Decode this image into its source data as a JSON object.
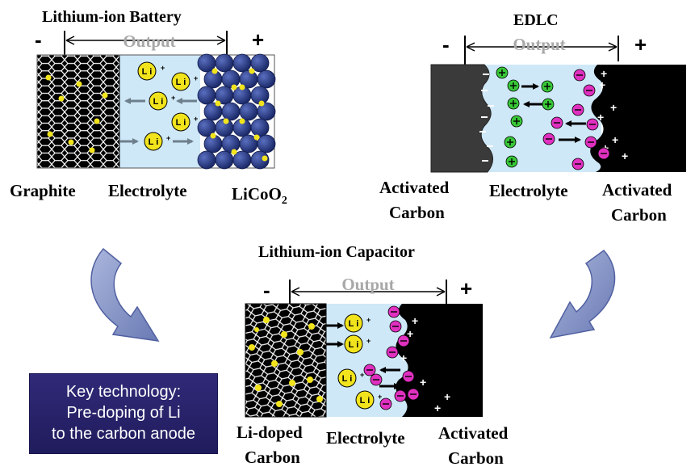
{
  "battery": {
    "title": "Lithium-ion Battery",
    "minus": "-",
    "plus": "+",
    "output": "Output",
    "label_left": "Graphite",
    "label_mid": "Electrolyte",
    "label_right_main": "LiCoO",
    "label_right_sub": "2",
    "ion_text": "Li"
  },
  "edlc": {
    "title": "EDLC",
    "minus": "-",
    "plus": "+",
    "output": "Output",
    "label_left_1": "Activated",
    "label_left_2": "Carbon",
    "label_mid": "Electrolyte",
    "label_right_1": "Activated",
    "label_right_2": "Carbon"
  },
  "lic": {
    "title": "Lithium-ion Capacitor",
    "minus": "-",
    "plus": "+",
    "output": "Output",
    "label_left_1": "Li-doped",
    "label_left_2": "Carbon",
    "label_mid": "Electrolyte",
    "label_right_1": "Activated",
    "label_right_2": "Carbon",
    "ion_text": "Li"
  },
  "key_technology": {
    "line1": "Key technology:",
    "line2": "Pre-doping of Li",
    "line3": "to the carbon anode"
  },
  "colors": {
    "electrolyte": "#cfe8f8",
    "carbon": "#0d0d0d",
    "li_ion": "#f2e41c",
    "cation": "#38c838",
    "anion": "#e030c0",
    "cobalt": "#2c3f8c",
    "arrow_curve": "#8090c0",
    "key_box": "#2a2470"
  }
}
